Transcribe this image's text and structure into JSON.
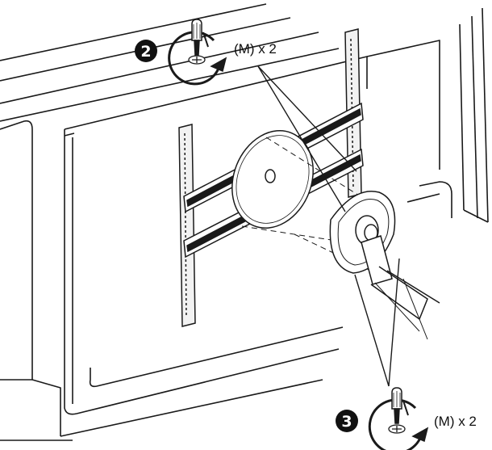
{
  "steps": [
    {
      "number": "2",
      "label": "(M) x 2"
    },
    {
      "number": "3",
      "label": "(M) x 2"
    }
  ],
  "colors": {
    "line": "#1a1a1a",
    "badge": "#111111",
    "background": "#ffffff",
    "rail_fill": "#f2f2f2"
  }
}
